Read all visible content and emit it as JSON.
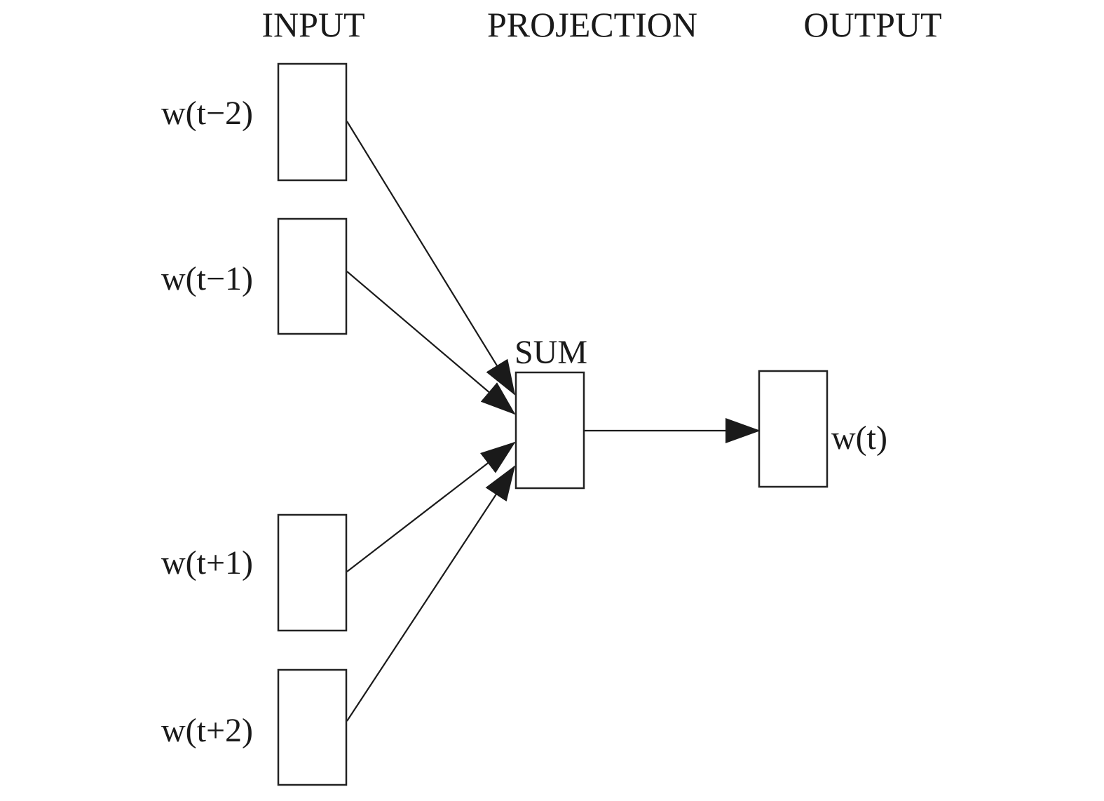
{
  "headers": {
    "input": "INPUT",
    "projection": "PROJECTION",
    "output": "OUTPUT"
  },
  "inputs": [
    {
      "label": "w(t−2)"
    },
    {
      "label": "w(t−1)"
    },
    {
      "label": "w(t+1)"
    },
    {
      "label": "w(t+2)"
    }
  ],
  "projection": {
    "label": "SUM"
  },
  "output": {
    "label": "w(t)"
  },
  "colors": {
    "stroke": "#222222",
    "text": "#1a1a1a",
    "background": "#ffffff"
  }
}
